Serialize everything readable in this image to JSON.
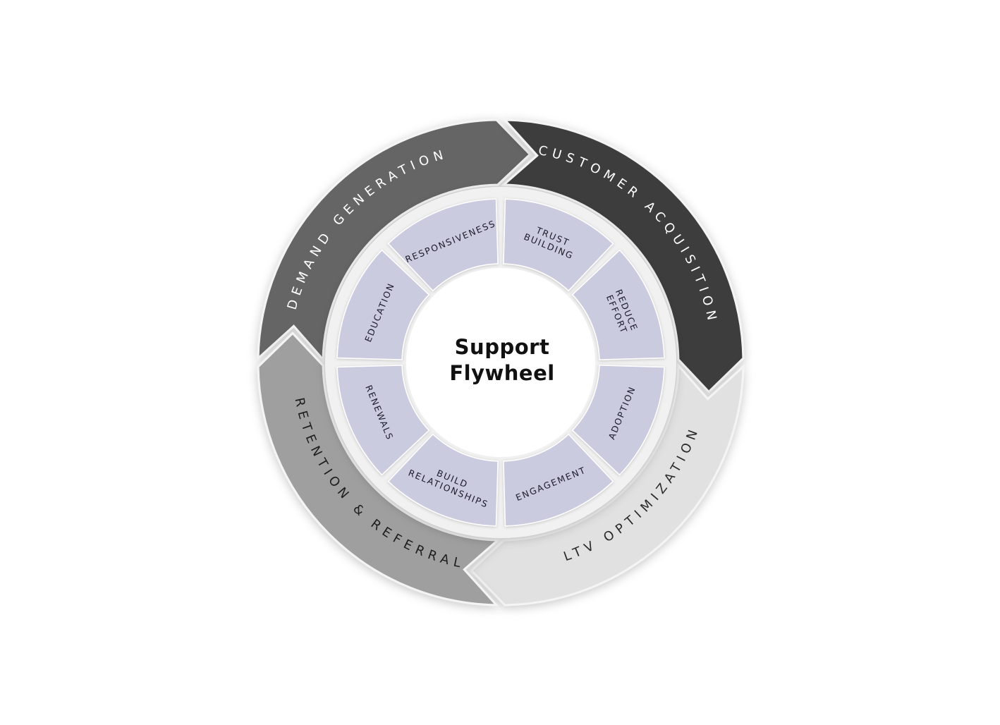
{
  "center": {
    "line1": "Support",
    "line2": "Flywheel"
  },
  "outer_stages": [
    {
      "label": "DEMAND GENERATION",
      "fill": "#656565",
      "text_color": "#ffffff"
    },
    {
      "label": "CUSTOMER ACQUISITION",
      "fill": "#3d3d3d",
      "text_color": "#ffffff"
    },
    {
      "label": "LTV OPTIMIZATION",
      "fill": "#e1e1e1",
      "text_color": "#2a2a2a"
    },
    {
      "label": "RETENTION & REFERRAL",
      "fill": "#9f9f9f",
      "text_color": "#1e1e1e"
    }
  ],
  "inner_segments": [
    {
      "lines": [
        "RESPONSIVENESS"
      ]
    },
    {
      "lines": [
        "TRUST",
        "BUILDING"
      ]
    },
    {
      "lines": [
        "REDUCE",
        "EFFORT"
      ]
    },
    {
      "lines": [
        "ADOPTION"
      ]
    },
    {
      "lines": [
        "ENGAGEMENT"
      ]
    },
    {
      "lines": [
        "BUILD",
        "RELATIONSHIPS"
      ]
    },
    {
      "lines": [
        "RENEWALS"
      ]
    },
    {
      "lines": [
        "EDUCATION"
      ]
    }
  ],
  "colors": {
    "inner_segment_fill": "#cbcbe0",
    "inner_segment_text": "#1c1c2a",
    "ring_background": "#f1f1f1",
    "center_fill": "#ffffff"
  }
}
